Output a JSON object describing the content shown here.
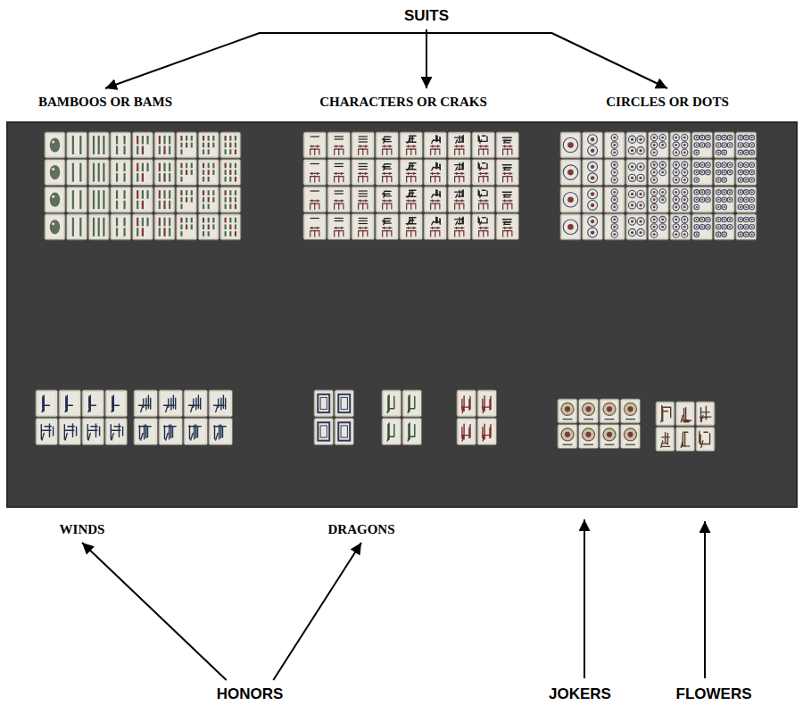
{
  "diagram": {
    "nodes": [
      {
        "text": [
          "SUITS"
        ]
      },
      {
        "text": [
          "BAMBOOS OR BAMS"
        ]
      },
      {
        "text": [
          "CHARACTERS OR CRAKS"
        ]
      },
      {
        "text": [
          "CIRCLES OR DOTS"
        ]
      },
      {
        "text": [
          "WINDS"
        ]
      },
      {
        "text": [
          "DRAGONS"
        ]
      },
      {
        "text": [
          "HONORS"
        ]
      }
    ],
    "edges": [
      {
        "from": 0,
        "to": 1,
        "arrow": "to"
      },
      {
        "from": 0,
        "to": 2,
        "arrow": "to"
      },
      {
        "from": 0,
        "to": 3,
        "arrow": "to"
      },
      {
        "from": 6,
        "to": 4,
        "arrow": "to"
      },
      {
        "from": 6,
        "to": 5,
        "arrow": "to"
      }
    ],
    "labels": [
      "JOKERS",
      "FLOWERS"
    ]
  }
}
